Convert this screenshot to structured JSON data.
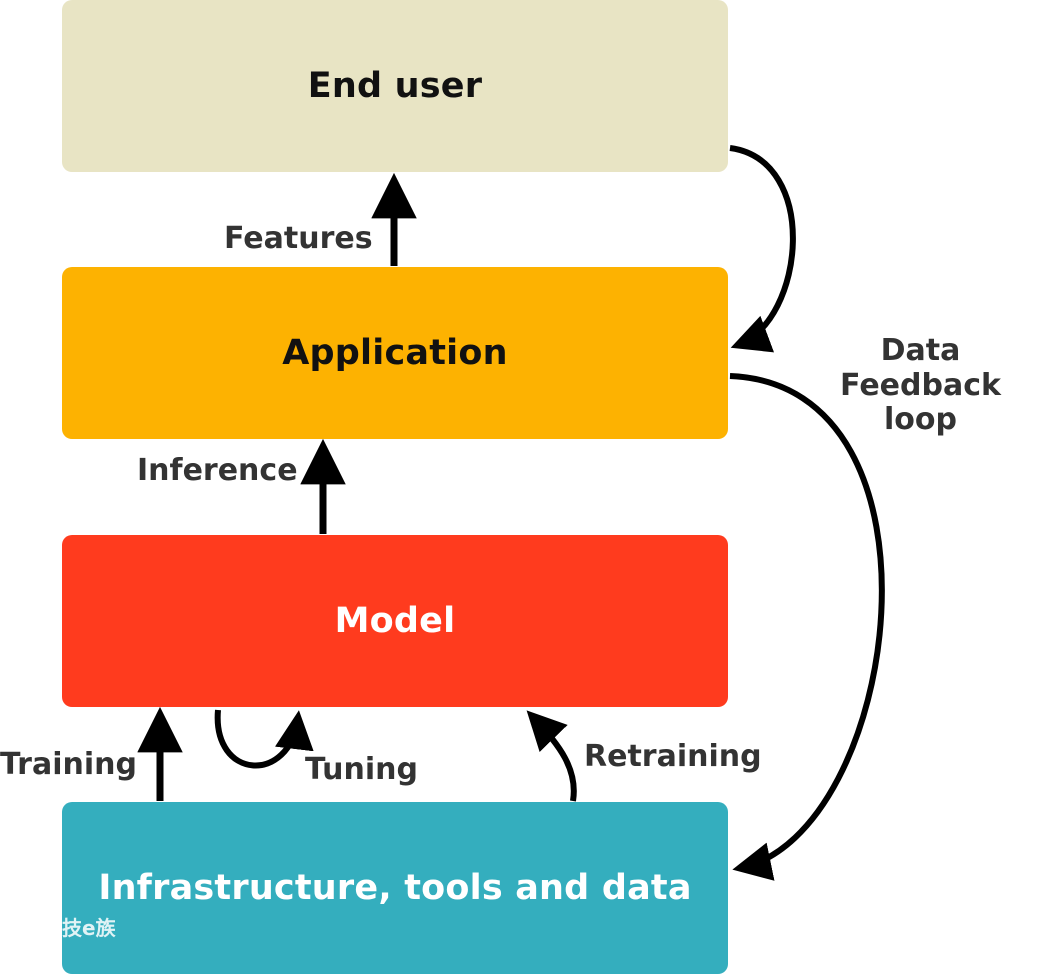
{
  "colors": {
    "end_user_fill": "#E8E4C4",
    "application_fill": "#FDB201",
    "model_fill": "#FF3B1E",
    "infrastructure_fill": "#34AEBE",
    "dark_text": "#111111",
    "light_text": "#FFFFFF",
    "label_text": "#333333",
    "arrow": "#000000"
  },
  "boxes": {
    "end_user": "End user",
    "application": "Application",
    "model": "Model",
    "infrastructure": "Infrastructure, tools and data"
  },
  "labels": {
    "features": "Features",
    "inference": "Inference",
    "training": "Training",
    "tuning": "Tuning",
    "retraining": "Retraining",
    "feedback_line1": "Data Feedback",
    "feedback_line2": "loop"
  },
  "watermark": "技e族"
}
